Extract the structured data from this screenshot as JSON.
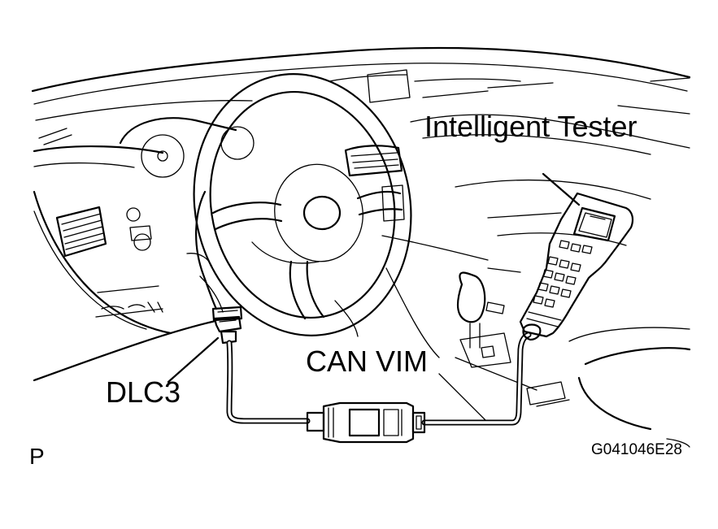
{
  "labels": {
    "intelligent_tester": "Intelligent Tester",
    "can_vim": "CAN VIM",
    "dlc3": "DLC3",
    "corner_mark": "P",
    "figure_code": "G041046E28"
  }
}
